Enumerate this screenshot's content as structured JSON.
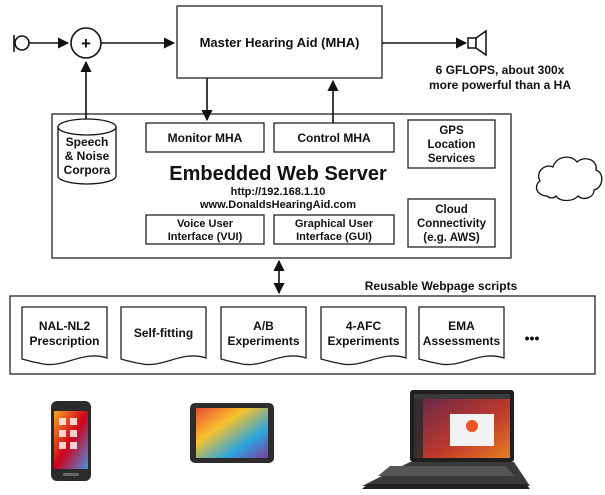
{
  "mha": {
    "title": "Master Hearing Aid (MHA)"
  },
  "mha_note": {
    "line1": "6 GFLOPS, about 300x",
    "line2": "more powerful than a HA"
  },
  "corpora": {
    "line1": "Speech",
    "line2": "& Noise",
    "line3": "Corpora"
  },
  "server": {
    "title": "Embedded Web Server",
    "url": "http://192.168.1.10",
    "site": "www.DonaldsHearingAid.com",
    "monitor_label": "Monitor MHA",
    "control_label": "Control MHA",
    "gps": {
      "line1": "GPS",
      "line2": "Location",
      "line3": "Services"
    },
    "vui": {
      "line1": "Voice User",
      "line2": "Interface (VUI)"
    },
    "gui": {
      "line1": "Graphical User",
      "line2": "Interface (GUI)"
    },
    "cloud": {
      "line1": "Cloud",
      "line2": "Connectivity",
      "line3": "(e.g. AWS)"
    }
  },
  "scripts": {
    "title": "Reusable Webpage scripts",
    "more": "•••",
    "items": [
      {
        "line1": "NAL-NL2",
        "line2": "Prescription"
      },
      {
        "line1": "Self-fitting",
        "line2": ""
      },
      {
        "line1": "A/B",
        "line2": "Experiments"
      },
      {
        "line1": "4-AFC",
        "line2": "Experiments"
      },
      {
        "line1": "EMA",
        "line2": "Assessments"
      }
    ]
  },
  "summing_junction_symbol": "+",
  "icons": [
    "microphone-icon",
    "speaker-icon",
    "cloud-icon",
    "smartphone-icon",
    "tablet-icon",
    "laptop-icon"
  ]
}
